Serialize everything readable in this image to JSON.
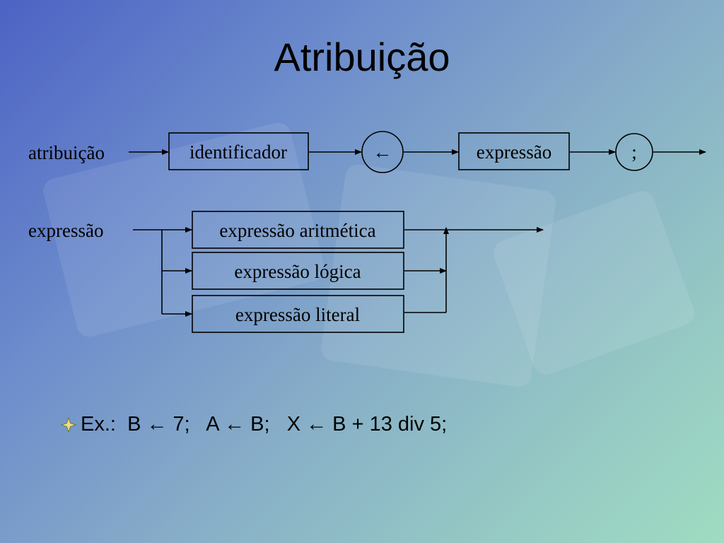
{
  "slide": {
    "title": "Atribuição",
    "example": "Ex.:  B ← 7;   A ← B;   X ← B + 13 div 5;",
    "icons": {
      "bullet": "four-point-star-icon"
    }
  },
  "diagram": {
    "row1": {
      "start_label": "atribuição",
      "identifier": "identificador",
      "assign_symbol": "←",
      "expression": "expressão",
      "terminator": ";"
    },
    "row2": {
      "start_label": "expressão",
      "options": [
        "expressão aritmética",
        "expressão lógica",
        "expressão literal"
      ]
    }
  }
}
